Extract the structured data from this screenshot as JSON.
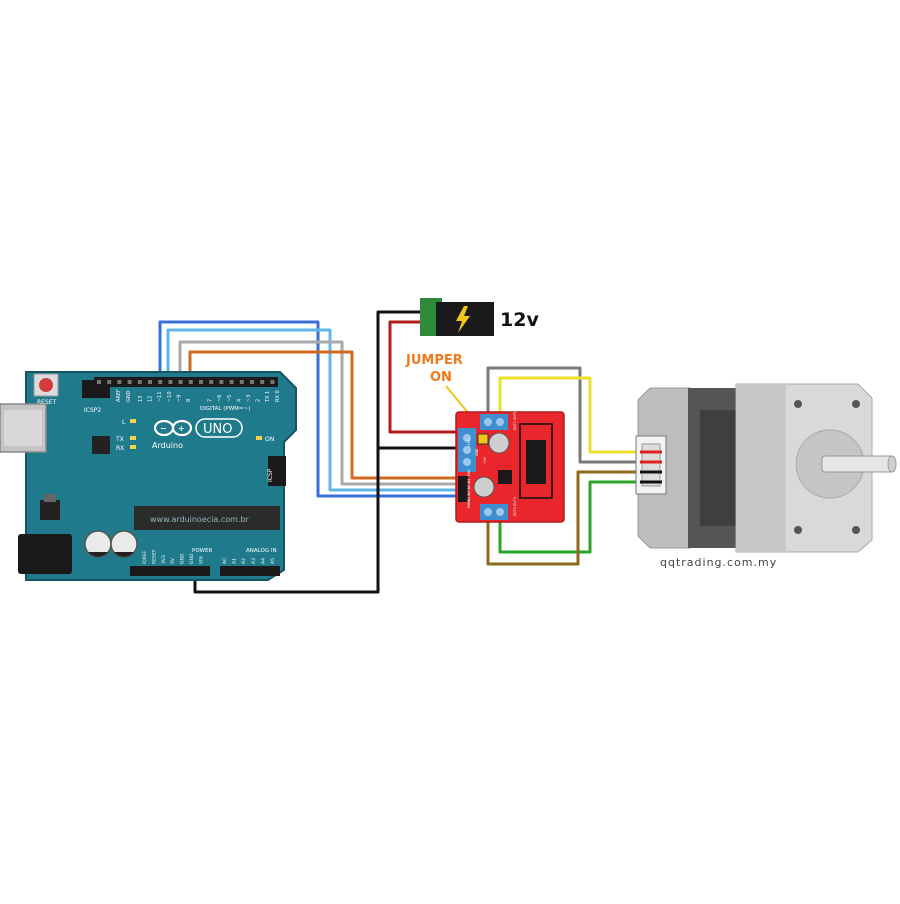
{
  "power_supply": {
    "label": "12v"
  },
  "jumper_label": {
    "line1": "JUMPER",
    "line2": "ON"
  },
  "arduino": {
    "reset_label": "RESET",
    "icsp2_label": "ICSP2",
    "icsp_label": "ICSP",
    "aref": "AREF",
    "gnd": "GND",
    "digital_pins": [
      "13",
      "12",
      "~11",
      "~10",
      "~9",
      "8",
      "7",
      "~6",
      "~5",
      "4",
      "~3",
      "2",
      "TX 1",
      "RX 0"
    ],
    "digital_label": "DIGITAL (PWM=~)",
    "led_l": "L",
    "led_tx": "TX",
    "led_rx": "RX",
    "on_label": "ON",
    "brand": "Arduino",
    "model": "UNO",
    "website": "www.arduinoecia.com.br",
    "power_label": "POWER",
    "analog_label": "ANALOG IN",
    "power_pins": [
      "IOREF",
      "RESET",
      "3V3",
      "5V",
      "GND",
      "GND",
      "VIN"
    ],
    "analog_pins": [
      "A0",
      "A1",
      "A2",
      "A3",
      "A4",
      "A5"
    ]
  },
  "driver": {
    "labels": [
      "+12V",
      "GND",
      "+5V",
      "ENA",
      "IN1",
      "IN2",
      "IN3",
      "IN4",
      "ENB",
      "OUT1",
      "OUT2",
      "OUT3",
      "OUT4"
    ]
  },
  "watermark": "qqtrading.com.my",
  "colors": {
    "arduino_board": "#1f7a8c",
    "driver_board": "#e8262b",
    "terminal_block": "#3d8fd0",
    "wire_blue": "#3a6fd8",
    "wire_lightblue": "#5fb7e8",
    "wire_gray": "#9a9a9a",
    "wire_orange": "#d2691e",
    "wire_red": "#b01b1b",
    "wire_black": "#111111",
    "wire_yellow": "#ece12b",
    "wire_green": "#2aa52a",
    "wire_brown": "#8b6a1e",
    "jumper_text": "#f07a1a"
  }
}
